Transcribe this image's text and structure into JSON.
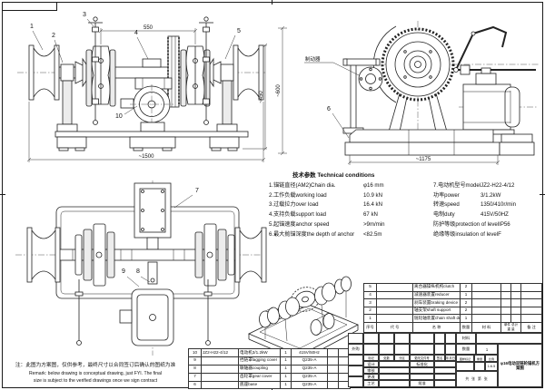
{
  "front_view": {
    "callout_1": "1",
    "callout_2": "2",
    "callout_3": "3",
    "callout_4": "4",
    "callout_5": "5",
    "callout_10": "10",
    "dim_top": "550",
    "dim_bottom": "~1500",
    "dim_right": "~450"
  },
  "side_view": {
    "callout_6": "6",
    "dim_bottom": "~1175",
    "dim_left": "~600",
    "brake_label": "制动器"
  },
  "plan_view": {
    "callout_7": "7",
    "callout_8": "8",
    "callout_9": "9"
  },
  "tech": {
    "title": "技术参数 Technical conditions",
    "left": [
      {
        "label": "1.锚链直径(AM2)Chain dia.",
        "value": "φ16 mm"
      },
      {
        "label": "2.工作负载working load",
        "value": "10.9 kN"
      },
      {
        "label": "3.过载拉力over load",
        "value": "16.4 kN"
      },
      {
        "label": "4.支持负载support load",
        "value": "67 kN"
      },
      {
        "label": "5.起锚速度anchor speed",
        "value": ">9m/min"
      },
      {
        "label": "6.最大抛锚深度the depth of anchor",
        "value": "<82.5m"
      }
    ],
    "right": [
      {
        "label": "7.电动机型号model",
        "value": "JZ2-H22-4/12"
      },
      {
        "label": "功率power",
        "value": "3/1.2kW"
      },
      {
        "label": "转速speed",
        "value": "1350/410r/min"
      },
      {
        "label": "电制duty",
        "value": "415V/50HZ"
      },
      {
        "label": "防护等级protection of level",
        "value": "IP56"
      },
      {
        "label": "绝缘等级insulation of level",
        "value": "F"
      }
    ]
  },
  "parts_left": {
    "rows": [
      {
        "no": "10",
        "code": "JZ2-H22-4/12",
        "name": "电动机3/1.2kW",
        "qty": "1",
        "material": "415V/50Hz"
      },
      {
        "no": "9",
        "code": "",
        "name": "挡链罩lagging cover",
        "qty": "1",
        "material": "Q235-A"
      },
      {
        "no": "8",
        "code": "",
        "name": "联轴器coupling",
        "qty": "1",
        "material": "Q235-A"
      },
      {
        "no": "7",
        "code": "",
        "name": "齿轮罩gear cover",
        "qty": "1",
        "material": "Q235-A"
      },
      {
        "no": "6",
        "code": "",
        "name": "底座base",
        "qty": "1",
        "material": "Q235-A"
      }
    ]
  },
  "parts_right": {
    "rows": [
      {
        "no": "5",
        "code": "",
        "name": "离合器操纵机构clutch",
        "qty": "2",
        "material": ""
      },
      {
        "no": "4",
        "code": "",
        "name": "减速器装置reducer",
        "qty": "1",
        "material": ""
      },
      {
        "no": "3",
        "code": "",
        "name": "刹车装置braking device",
        "qty": "2",
        "material": ""
      },
      {
        "no": "2",
        "code": "",
        "name": "轴支架shaft support",
        "qty": "2",
        "material": ""
      },
      {
        "no": "1",
        "code": "",
        "name": "链轮轴装置chain shaft device",
        "qty": "1",
        "material": ""
      }
    ],
    "header": {
      "no": "序号",
      "code": "代 号",
      "name": "名 称",
      "qty": "数量",
      "material": "材 料",
      "weight_top": "单件 总计",
      "weight_bottom": "重 量",
      "remark": "备 注"
    }
  },
  "title_block": {
    "material_label": "材料",
    "qty_label": "数量",
    "qty_value": "1",
    "rev_cols": [
      "标记",
      "处数",
      "分区",
      "更改文件号",
      "签名",
      "年月日"
    ],
    "row_design": "设计",
    "row_check": "审核",
    "row_change": "更改",
    "row_process": "工艺",
    "standardization": "标准化",
    "approval": "批准",
    "stamp_label": "图样标记",
    "weight_label": "重量",
    "scale_label": "比例",
    "scale_value": "1:6.5",
    "sheets": "共 张 第 张",
    "outsourced": "外购",
    "drawing_title": "φ16电动双链轮锚机方案图"
  },
  "remark": {
    "cn": "注：此图为方案图，仅供参考，最终尺寸以合同签订后确认的图纸为准",
    "en1": "Remark: below drawing is conceptual drawing, just FYI. The final",
    "en2": "size is subject to the verified drawings once we sign contract"
  }
}
